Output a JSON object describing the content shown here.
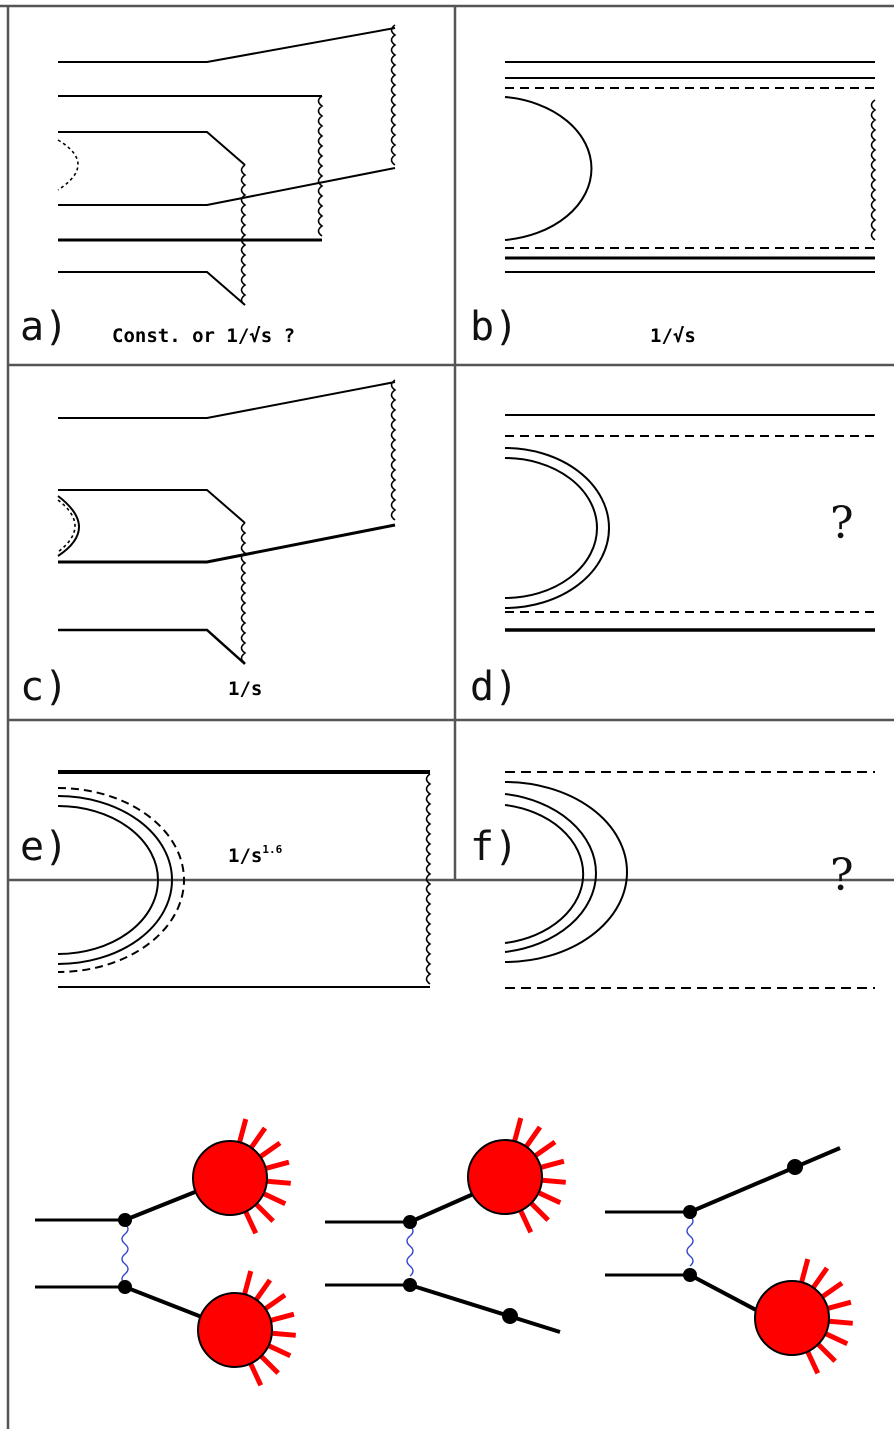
{
  "panels": {
    "a": {
      "letter": "a)",
      "caption": "Const. or 1/√s ?"
    },
    "b": {
      "letter": "b)",
      "caption": "1/√s"
    },
    "c": {
      "letter": "c)",
      "caption": "1/s"
    },
    "d": {
      "letter": "d)",
      "caption": "",
      "mark": "?"
    },
    "e": {
      "letter": "e)",
      "caption_base": "1/s",
      "caption_exp": "1.6"
    },
    "f": {
      "letter": "f)",
      "caption": "",
      "mark": "?"
    }
  },
  "colors": {
    "line": "#000000",
    "blob": "#ff0000",
    "blob_outline": "#000000",
    "exchange": "#3344cc",
    "grid": "#555555"
  },
  "icons": [
    "gluon-wavy-line",
    "quark-line",
    "string-arc",
    "jet-blob",
    "exchange-wavy-line"
  ]
}
